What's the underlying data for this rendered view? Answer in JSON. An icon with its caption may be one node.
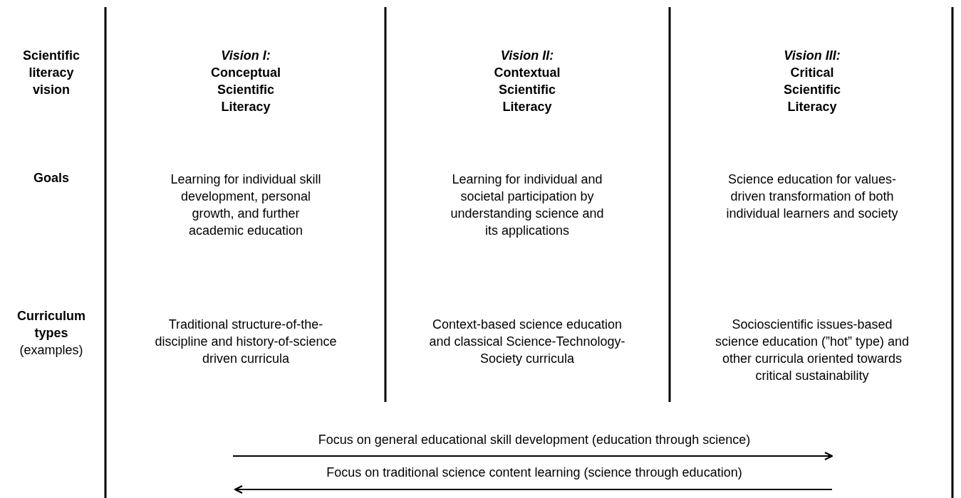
{
  "diagram": {
    "labels": [
      "Scientific literacy vision",
      "*Vision I:* Conceptual Scientific Literacy",
      "*Vision II:* Contextual Scientific Literacy",
      "*Vision III:* Critical Scientific Literacy",
      "Goals",
      "Learning for individual skill development, personal growth, and further academic education",
      "Learning for individual and societal participation by understanding science and its applications",
      "Science education for values-driven transformation of both individual learners and society",
      "**Curriculum types** (examples)",
      "Traditional structure-of-the-discipline and history-of-science driven curricula",
      "Context-based science education and classical Science-Technology-Society curricula",
      "Socioscientific issues-based science education (”hot” type) and other curricula oriented towards critical sustainability",
      "Focus on general educational skill development (education through science)",
      "Focus on traditional science content learning (science through education)"
    ]
  }
}
